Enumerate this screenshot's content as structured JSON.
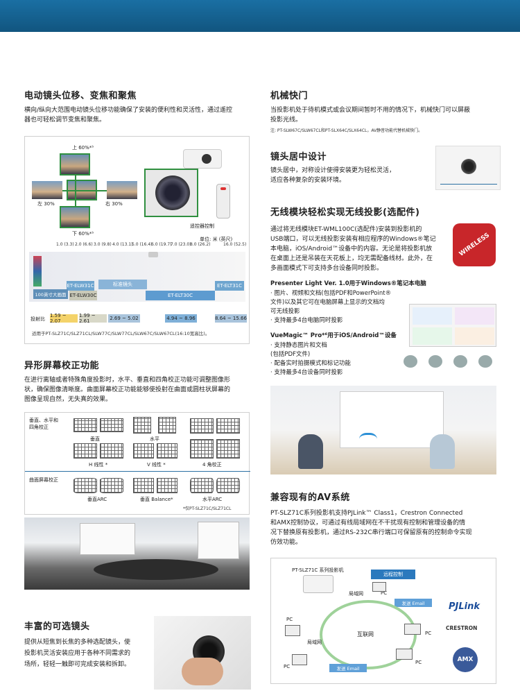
{
  "lens_shift": {
    "title": "电动镜头位移、变焦和聚焦",
    "desc_line1": "横向/纵向大范围电动镜头位移功能确保了安装的便利性和灵活性，通过遥控",
    "desc_line2": "器也可轻松调节变焦和聚焦。",
    "up_label": "上 60%*⁵",
    "down_label": "下 60%*⁵",
    "left_label": "左 30%",
    "right_label": "右 30%",
    "remote_label": "遥控器控制",
    "unit_label": "单位: 米 (英尺)",
    "distance_ticks": [
      "1.0 (3.3)",
      "2.0 (6.6)",
      "3.0 (9.8)",
      "4.0 (13.1)",
      "5.0 (16.4)",
      "6.0 (19.7)",
      "7.0 (23.0)",
      "8.0 (26.2)",
      "16.0 (52.5)"
    ],
    "screen_label": "100英寸大画面",
    "lens_elw31c": "ET-ELW31C",
    "lens_std": "标准镜头",
    "lens_elt31c": "ET-ELT31C",
    "lens_elw30c": "ET-ELW30C",
    "lens_elt30c": "ET-ELT30C",
    "throw_label": "投射比",
    "ratios": [
      "1.59 ~ 2.07",
      "1.99 ~ 2.61",
      "2.69 ~ 5.02",
      "4.94 ~ 8.96",
      "8.64 ~ 15.66"
    ],
    "note": "适用于PT-SLZ71C/SLZ71CL/SLW77C/SLW77CL/SLW67C/SLW67CL(16:10宽高比)。"
  },
  "keystone": {
    "title": "异形屏幕校正功能",
    "desc_line1": "在进行离轴或者特殊角度投影时，水平、垂直和四角校正功能可调整图像形",
    "desc_line2": "状，确保图像清晰度。曲面屏幕校正功能能够使投射在曲面或圆柱状屏幕的",
    "desc_line3": "图像呈现自然，无失真的效果。",
    "group1_line1": "垂直、水平和",
    "group1_line2": "四角校正",
    "vertical": "垂直",
    "horizontal": "水平",
    "h_linear": "H 线性 *",
    "v_linear": "V 线性 *",
    "corner": "4 角校正",
    "group2": "曲面屏幕校正",
    "v_arc": "垂直ARC",
    "v_balance": "垂直 Balance*",
    "h_arc": "水平ARC",
    "footnote": "*仅PT-SLZ71C/SLZ71CL"
  },
  "lenses": {
    "title": "丰富的可选镜头",
    "desc_line1": "提供从短焦到长焦的多种选配镜头，使",
    "desc_line2": "投影机灵活安装应用于各种不同需求的",
    "desc_line3": "场所，轻轻一触即可完成安装和拆卸。"
  },
  "shutter": {
    "title": "机械快门",
    "desc_line1": "当投影机处于待机模式或会议期间暂时不用的情况下，机械快门可以屏蔽",
    "desc_line2": "投影光线。",
    "note": "注: PT-SLW67C/SLW67CL和PT-SLX64C/SLX64CL，AV静音功能代替机械快门。"
  },
  "centered": {
    "title": "镜头居中设计",
    "desc_line1": "镜头居中，对称设计使得安装更为轻松灵活，",
    "desc_line2": "适应各种复杂的安装环境。"
  },
  "wireless": {
    "title": "无线模块轻松实现无线投影(选配件)",
    "badge": "WIRELESS",
    "desc_line1": "通过将无线模块ET-WML100C(选配件)安装到投影机的",
    "desc_line2": "USB端口，可以无线投影安装有相应程序的Windows®笔记",
    "desc_line3": "本电脑，iOS/Android™设备中的内容。无论是将投影机放",
    "desc_line4": "在桌面上还是吊装在天花板上，均无需配备线材。此外，在",
    "desc_line5": "多画面模式下可支持多台设备同时投影。",
    "presenter_title": "Presenter Light Ver. 1.0用于Windows®笔记本电脑",
    "b1_line1": "· 图片、视频和文档(包括PDF和PowerPoint®",
    "b1_line2": "  文件)以及其它可在电脑屏幕上显示的文档均",
    "b1_line3": "  可无线投影",
    "b2": "· 支持最多4台电脑同时投影",
    "vue_title": "VueMagic™ Pro*⁶用于iOS/Android™设备",
    "b3_line1": "· 支持静态图片和文档",
    "b3_line2": "  (包括PDF文件)",
    "b4": "· 配备实时拍摄模式和标记功能",
    "b5": "· 支持最多4台设备同时投影"
  },
  "av": {
    "title": "兼容现有的AV系统",
    "desc_line1": "PT-SLZ71C系列投影机支持PJLink™ Class1，Crestron Connected",
    "desc_line2": "和AMX控制协议，可通过有线局域网在不干扰现有控制和管理设备的情",
    "desc_line3": "况下替换原有投影机，通过RS-232C串行端口可保留原有的控制命令实现",
    "desc_line4": "仿效功能。",
    "series_label": "PT-SLZ71C 系列投影机",
    "remote_ctrl": "远程控制",
    "lan": "局域网",
    "pc": "PC",
    "send_email": "发送 Email",
    "internet": "互联网",
    "pjlink": "PJLink",
    "crestron": "CRESTRON",
    "amx": "AMX"
  }
}
